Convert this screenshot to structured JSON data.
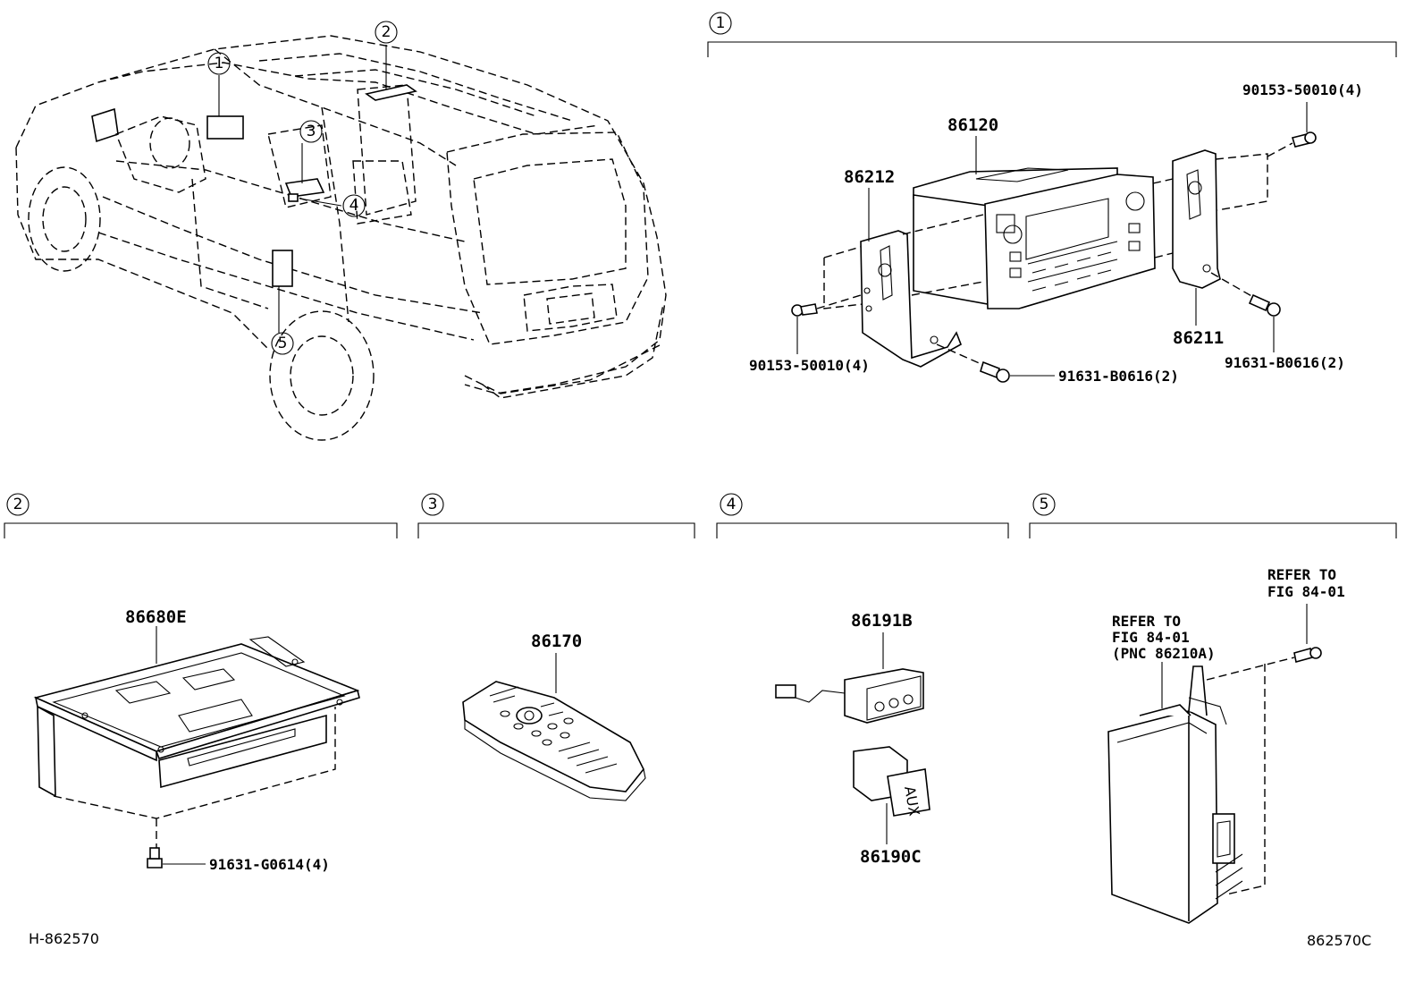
{
  "callouts": {
    "c1": "1",
    "c2": "2",
    "c3": "3",
    "c4": "4",
    "c5": "5"
  },
  "section1": {
    "number": "1",
    "parts": {
      "head_unit": "86120",
      "bracket_left": "86212",
      "bracket_right": "86211",
      "screw_top_right": "90153-50010(4)",
      "screw_left": "90153-50010(4)",
      "bolt_bottom": "91631-B0616(2)",
      "bolt_right": "91631-B0616(2)"
    }
  },
  "section2": {
    "number": "2",
    "parts": {
      "dvd_player": "86680E",
      "bolt": "91631-G0614(4)"
    }
  },
  "section3": {
    "number": "3",
    "parts": {
      "remote": "86170"
    }
  },
  "section4": {
    "number": "4",
    "parts": {
      "jack": "86191B",
      "switch": "86190C",
      "switch_text": "AUX"
    }
  },
  "section5": {
    "number": "5",
    "notes": {
      "refer_top_line1": "REFER TO",
      "refer_top_line2": "FIG 84-01",
      "refer_left_line1": "REFER TO",
      "refer_left_line2": "FIG 84-01",
      "refer_left_line3": "(PNC 86210A)"
    }
  },
  "footer": {
    "left_code": "H-862570",
    "right_code": "862570C"
  }
}
